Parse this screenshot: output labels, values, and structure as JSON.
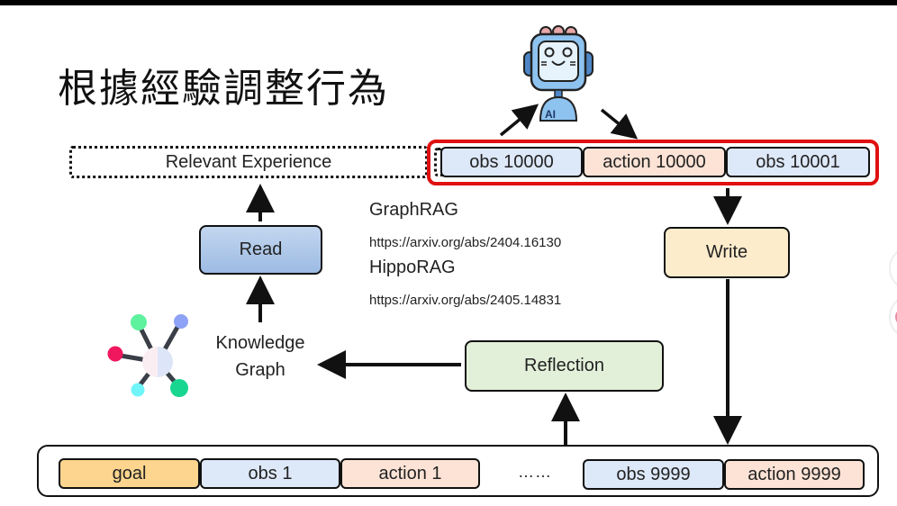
{
  "title": "根據經驗調整行為",
  "current_context": {
    "cells": [
      {
        "label": "obs 10000",
        "kind": "obs"
      },
      {
        "label": "action 10000",
        "kind": "action"
      },
      {
        "label": "obs 10001",
        "kind": "obs"
      }
    ],
    "highlight_color": "#e01010"
  },
  "relevant_experience": {
    "label": "Relevant Experience"
  },
  "read": {
    "label": "Read"
  },
  "write": {
    "label": "Write"
  },
  "reflection": {
    "label": "Reflection"
  },
  "knowledge_graph": {
    "line1": "Knowledge",
    "line2": "Graph",
    "icon": "knowledge-graph-icon"
  },
  "references": [
    {
      "name": "GraphRAG",
      "url": "https://arxiv.org/abs/2404.16130"
    },
    {
      "name": "HippoRAG",
      "url": "https://arxiv.org/abs/2405.14831"
    }
  ],
  "memory": {
    "cells_left": [
      {
        "label": "goal",
        "kind": "goal"
      },
      {
        "label": "obs 1",
        "kind": "obs"
      },
      {
        "label": "action 1",
        "kind": "action"
      }
    ],
    "ellipsis": "……",
    "cells_right": [
      {
        "label": "obs 9999",
        "kind": "obs"
      },
      {
        "label": "action 9999",
        "kind": "action"
      }
    ]
  },
  "agent": {
    "badge": "AI",
    "icon": "robot-icon"
  },
  "colors": {
    "obs": "#dde8f8",
    "action": "#fde3d6",
    "goal": "#fdd58e",
    "read": "#aec7e9",
    "write": "#fdeccb",
    "reflection": "#e3f0d9"
  }
}
